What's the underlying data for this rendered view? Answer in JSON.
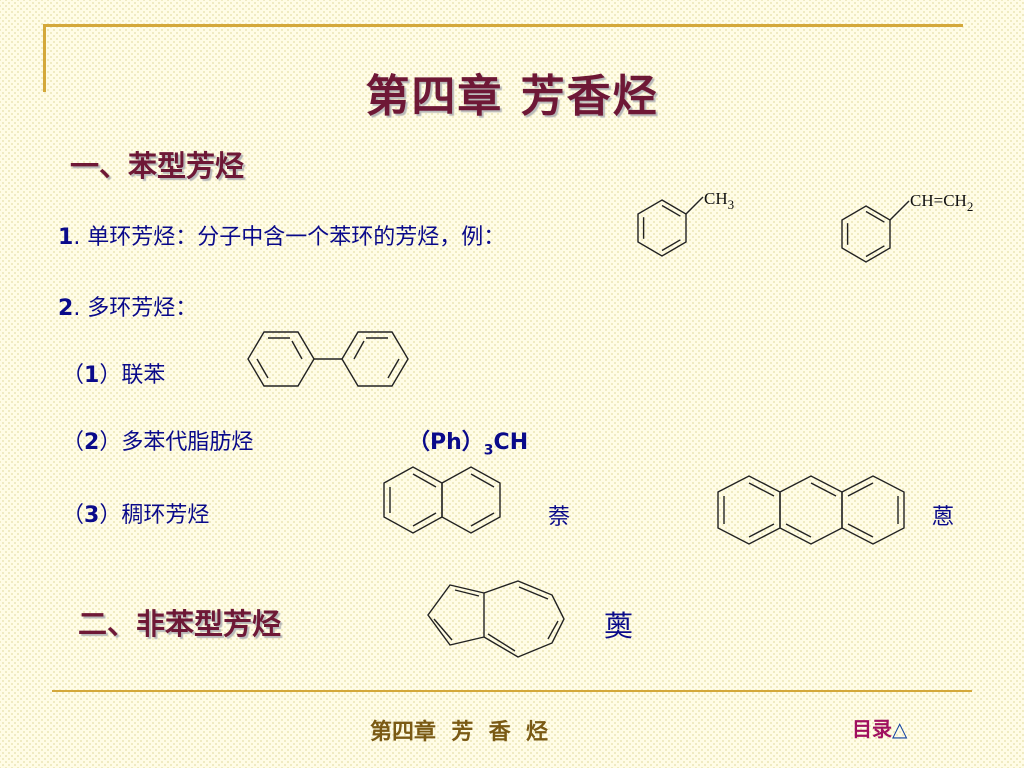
{
  "slide": {
    "title": "第四章  芳香烃",
    "section1": "一、苯型芳烃",
    "item1_num": "1",
    "item1_text": ". 单环芳烃：分子中含一个苯环的芳烃，例：",
    "item2_num": "2",
    "item2_text": ". 多环芳烃：",
    "sub1_open": "（",
    "sub1_num": "1",
    "sub1_text": "）联苯",
    "sub2_open": "（",
    "sub2_num": "2",
    "sub2_text": "）多苯代脂肪烃",
    "sub2_formula_a": "（Ph）",
    "sub2_formula_sub": "3",
    "sub2_formula_b": "CH",
    "sub3_open": "（",
    "sub3_num": "3",
    "sub3_text": "）稠环芳烃",
    "naphthalene": "萘",
    "anthracene": "蒽",
    "section2": "二、非苯型芳烃",
    "azulene": "薁"
  },
  "molecules": {
    "toluene_ch": "CH",
    "toluene_sub": "3",
    "styrene_a": "CH",
    "styrene_eq": "=",
    "styrene_b": "CH",
    "styrene_sub": "2"
  },
  "footer": {
    "title": "第四章  芳  香  烃",
    "toc": "目录",
    "toc_icon": "triangle-up"
  },
  "colors": {
    "title": "#6e1836",
    "body_text": "#0a0a8a",
    "rule": "#d4a83a",
    "background": "#fffce6"
  }
}
